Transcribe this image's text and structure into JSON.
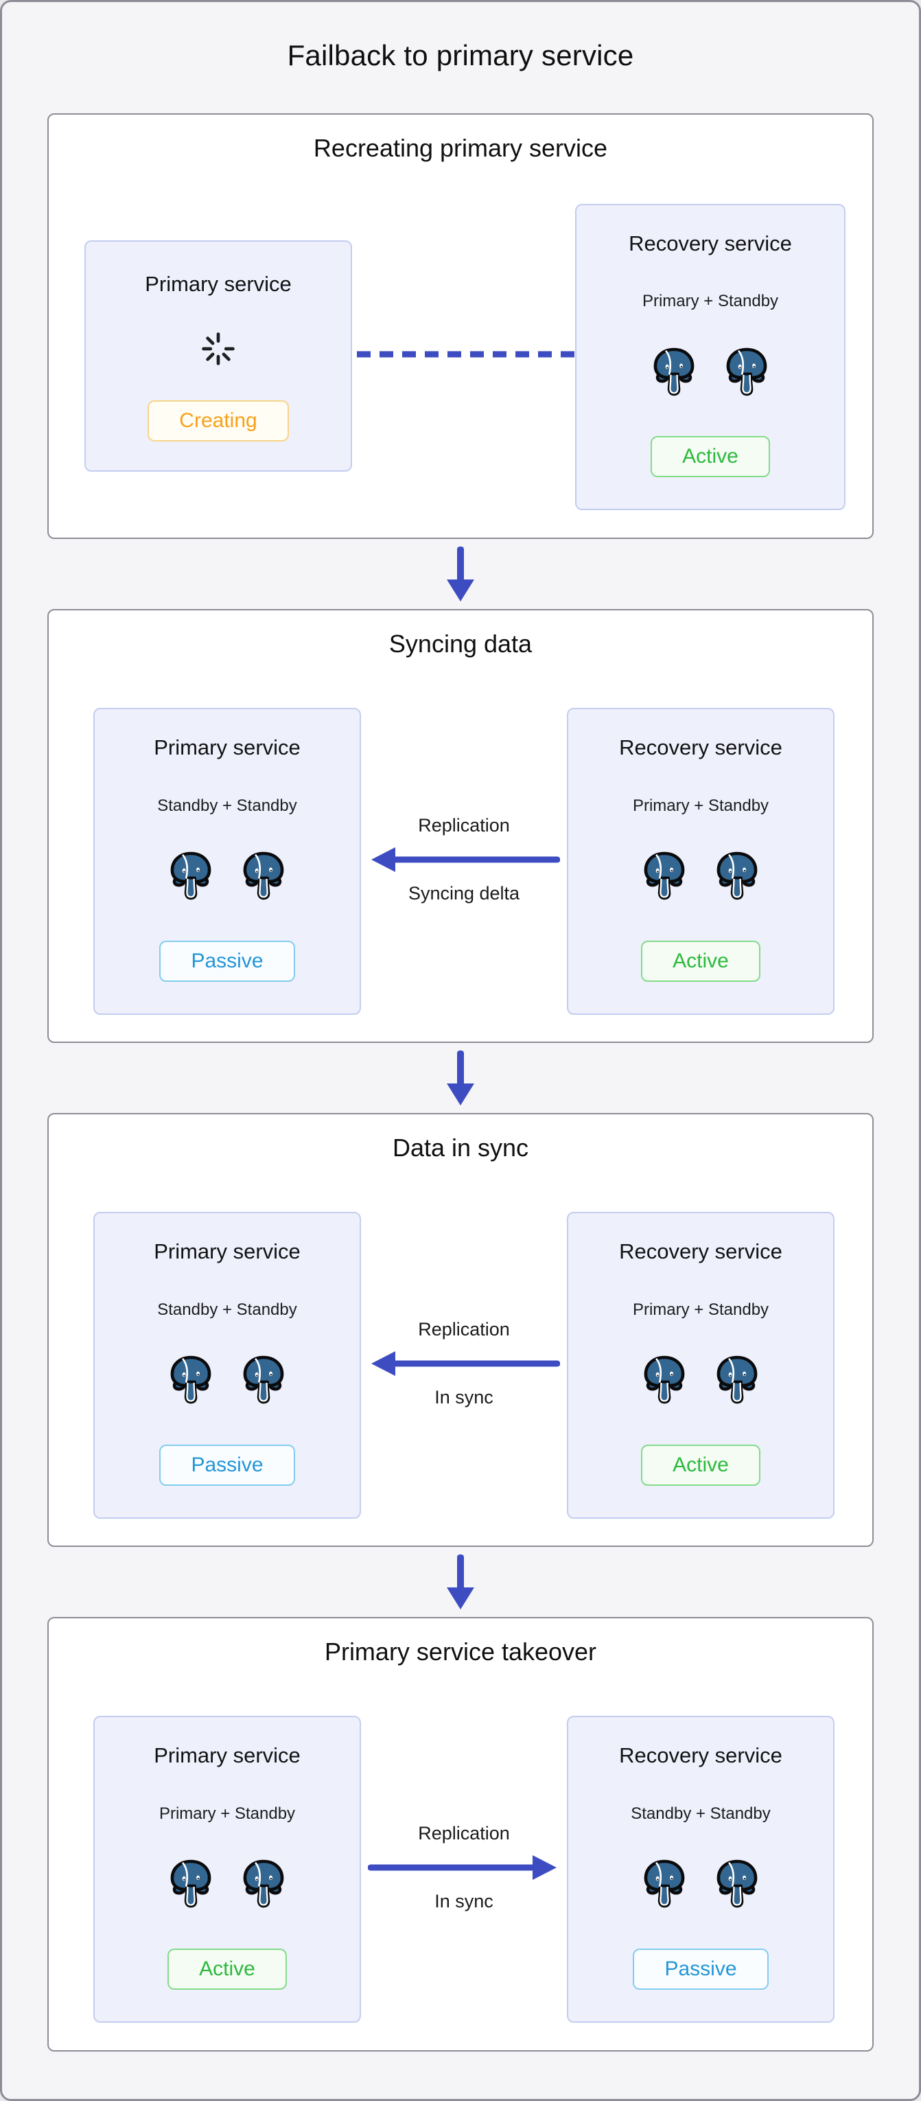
{
  "page": {
    "title": "Failback to primary service"
  },
  "colors": {
    "background": "#f5f5f7",
    "panel_border": "#8d8d97",
    "service_box_bg": "#eef1fc",
    "service_box_border": "#c3cdf1",
    "arrow_blue": "#3e4cc2",
    "postgres_blue": "#336791",
    "creating_orange": "#f7a11b",
    "active_green": "#2db83d",
    "passive_blue": "#2396d6"
  },
  "stages": [
    {
      "title": "Recreating primary service",
      "left": {
        "title": "Primary service",
        "icon": "spinner",
        "badge": "Creating"
      },
      "connector": {
        "style": "dashed",
        "direction": "none",
        "label_top": "",
        "label_bottom": ""
      },
      "right": {
        "title": "Recovery service",
        "subtitle": "Primary + Standby",
        "icon": "postgres-elephants",
        "badge": "Active"
      }
    },
    {
      "title": "Syncing data",
      "left": {
        "title": "Primary service",
        "subtitle": "Standby + Standby",
        "icon": "postgres-elephants",
        "badge": "Passive"
      },
      "connector": {
        "style": "solid",
        "direction": "left",
        "label_top": "Replication",
        "label_bottom": "Syncing delta"
      },
      "right": {
        "title": "Recovery service",
        "subtitle": "Primary + Standby",
        "icon": "postgres-elephants",
        "badge": "Active"
      }
    },
    {
      "title": "Data in sync",
      "left": {
        "title": "Primary service",
        "subtitle": "Standby + Standby",
        "icon": "postgres-elephants",
        "badge": "Passive"
      },
      "connector": {
        "style": "solid",
        "direction": "left",
        "label_top": "Replication",
        "label_bottom": "In sync"
      },
      "right": {
        "title": "Recovery service",
        "subtitle": "Primary + Standby",
        "icon": "postgres-elephants",
        "badge": "Active"
      }
    },
    {
      "title": "Primary service takeover",
      "left": {
        "title": "Primary service",
        "subtitle": "Primary + Standby",
        "icon": "postgres-elephants",
        "badge": "Active"
      },
      "connector": {
        "style": "solid",
        "direction": "right",
        "label_top": "Replication",
        "label_bottom": "In sync"
      },
      "right": {
        "title": "Recovery service",
        "subtitle": "Standby + Standby",
        "icon": "postgres-elephants",
        "badge": "Passive"
      }
    }
  ]
}
